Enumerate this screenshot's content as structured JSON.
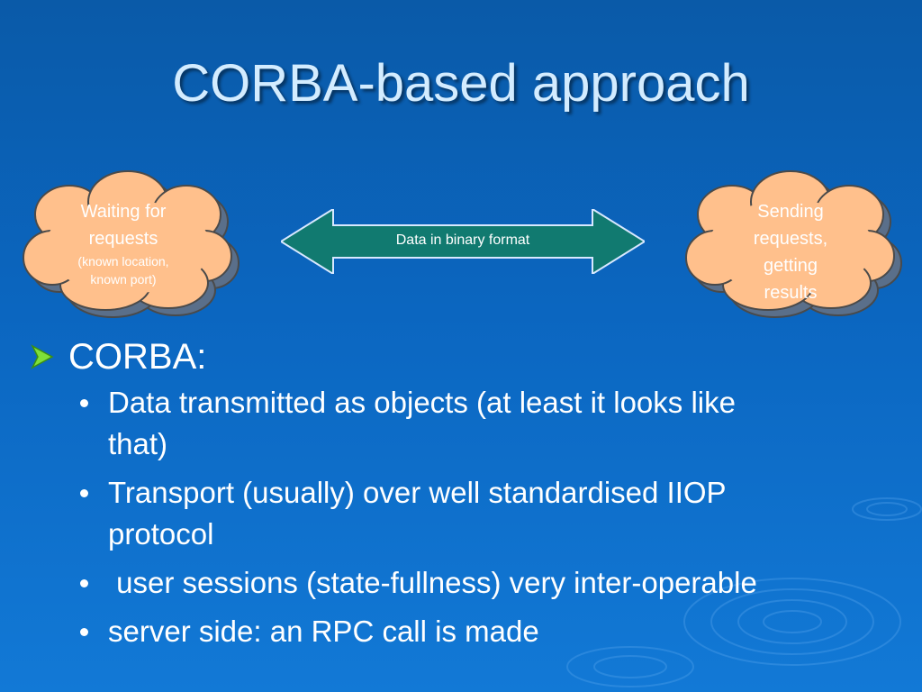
{
  "slide": {
    "title": "CORBA-based approach",
    "background_color": "#0b66c0",
    "title_color": "#d3ecff"
  },
  "diagram": {
    "left_cloud": {
      "line1": "Waiting for",
      "line2": "requests",
      "line3": "(known location,",
      "line4": "known port)",
      "fill_color": "#ffc08c"
    },
    "right_cloud": {
      "line1": "Sending",
      "line2": "requests,",
      "line3": "getting",
      "line4": "results",
      "fill_color": "#ffc08c"
    },
    "arrow": {
      "label": "Data in binary format",
      "fill_color": "#117a70"
    }
  },
  "bullets": {
    "heading": "CORBA:",
    "heading_marker_color": "#7fe03a",
    "items": [
      {
        "line1": "Data transmitted as objects (at least it looks like",
        "line2": "that)"
      },
      {
        "line1": "Transport (usually) over well standardised IIOP",
        "line2": "protocol"
      },
      {
        "line1": " user sessions (state-fullness) very inter-operable",
        "line2": ""
      },
      {
        "line1": "server side: an RPC call is made",
        "line2": ""
      }
    ]
  }
}
